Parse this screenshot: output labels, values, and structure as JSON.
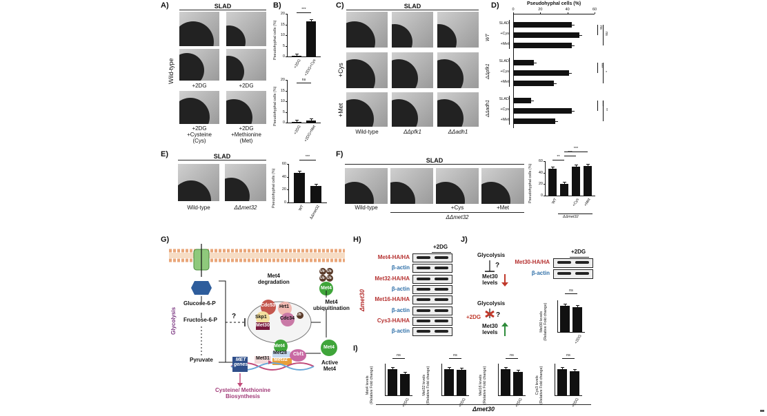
{
  "panels": {
    "A": {
      "label": "A)",
      "header": "SLAD",
      "side": "Wild-type",
      "captions": [
        "+2DG",
        "+2DG",
        "+2DG\n+Cysteine\n(Cys)",
        "+2DG\n+Methionine\n(Met)"
      ]
    },
    "B": {
      "label": "B)",
      "ylabel": "Pseudohyphal cells (%)",
      "top": {
        "sig": "***",
        "ticks": [
          "0",
          "5",
          "10",
          "15",
          "20"
        ],
        "cats": [
          "+2DG",
          "+2DG+Cys"
        ],
        "values": [
          0.2,
          16.5
        ]
      },
      "bottom": {
        "sig": "ns",
        "ticks": [
          "0",
          "5",
          "10",
          "15",
          "20"
        ],
        "cats": [
          "+2DG",
          "+2DG+Met"
        ],
        "values": [
          0.2,
          0.9
        ]
      }
    },
    "C": {
      "label": "C)",
      "header": "SLAD",
      "rows": [
        "+Cys",
        "+Met"
      ],
      "cols": [
        "Wild-type",
        "ΔΔpfk1",
        "ΔΔadh1"
      ]
    },
    "D": {
      "label": "D)",
      "title": "Pseudohyphal cells (%)",
      "ticks": [
        "0",
        "20",
        "40",
        "60"
      ],
      "groups": [
        {
          "name": "WT",
          "rows": [
            {
              "label": "SLAD",
              "value": 43
            },
            {
              "label": "+Cys",
              "value": 49
            },
            {
              "label": "+Met",
              "value": 43
            }
          ],
          "sigs": [
            "ns",
            "ns"
          ]
        },
        {
          "name": "ΔΔpfk1",
          "rows": [
            {
              "label": "SLAD",
              "value": 15
            },
            {
              "label": "+Cys",
              "value": 41
            },
            {
              "label": "+Met",
              "value": 30
            }
          ],
          "sigs": [
            "***",
            "*"
          ]
        },
        {
          "name": "ΔΔadh1",
          "rows": [
            {
              "label": "SLAD",
              "value": 13
            },
            {
              "label": "+Cys",
              "value": 43
            },
            {
              "label": "+Met",
              "value": 31
            }
          ],
          "sigs": [
            "****",
            "**"
          ]
        }
      ]
    },
    "E": {
      "label": "E)",
      "header": "SLAD",
      "cols": [
        "Wild-type",
        "ΔΔmet32"
      ],
      "ylabel": "Pseudohyphal cells (%)",
      "ticks": [
        "0",
        "20",
        "40",
        "60"
      ],
      "sig": "***",
      "cats": [
        "WT",
        "ΔΔmet32"
      ],
      "values": [
        46,
        26
      ]
    },
    "F": {
      "label": "F)",
      "header": "SLAD",
      "cols": [
        "Wild-type",
        "",
        "+Cys",
        "+Met"
      ],
      "sub": "ΔΔmet32",
      "ylabel": "Pseudohyphal cells (%)",
      "ticks": [
        "0",
        "20",
        "40",
        "60"
      ],
      "sigs": [
        "**",
        "***",
        "***"
      ],
      "cats": [
        "WT",
        "",
        "+Cys",
        "+Met"
      ],
      "sub_cat": "ΔΔmet32",
      "values": [
        47,
        20,
        51,
        52
      ]
    },
    "G": {
      "label": "G)",
      "pathway": [
        "Glucose-6-P",
        "Fructose-6-P",
        "Pyruvate"
      ],
      "side": "Glycolysis",
      "q": "?",
      "complex": [
        "Cdc53",
        "Hrt1",
        "Skp1",
        "Met30",
        "Cdc34",
        "Ub"
      ],
      "degradation": "Met4\ndegradation",
      "ubiq": "Met4\nubiquitination",
      "ubs": [
        "Ub",
        "Ub",
        "Ub",
        "Ub"
      ],
      "met4": "Met4",
      "active": "Active\nMet4",
      "promoter": [
        "Met4",
        "Met28",
        "Met31",
        "Met32",
        "Cbf1"
      ],
      "genes": "MET\ngenes",
      "product": "Cysteine/ Methionine\nBiosynthesis"
    },
    "H": {
      "label": "H)",
      "header": "+2DG",
      "side": "Δmet30",
      "blots": [
        {
          "name": "Met4-HA/HA",
          "color": "red"
        },
        {
          "name": "β-actin",
          "color": "blue"
        },
        {
          "name": "Met32-HA/HA",
          "color": "red"
        },
        {
          "name": "β-actin",
          "color": "blue"
        },
        {
          "name": "Met16-HA/HA",
          "color": "red"
        },
        {
          "name": "β-actin",
          "color": "blue"
        },
        {
          "name": "Cys3-HA/HA",
          "color": "red"
        },
        {
          "name": "β-actin",
          "color": "blue"
        }
      ]
    },
    "J": {
      "label": "J)",
      "glyc1": "Glycolysis",
      "met30a": "Met30\nlevels",
      "q1": "?",
      "glyc2": "Glycolysis",
      "dg": "+2DG",
      "met30b": "Met30\nlevels",
      "q2": "?",
      "header": "+2DG",
      "blots": [
        {
          "name": "Met30-HA/HA",
          "color": "red"
        },
        {
          "name": "β-actin",
          "color": "blue"
        }
      ],
      "chart": {
        "ylabel": "Met30 levels\n(Relative Fold change)",
        "sig": "ns",
        "cat": "+2DG",
        "values": [
          1.0,
          0.95
        ]
      }
    },
    "I": {
      "label": "I)",
      "footer": "Δmet30",
      "charts": [
        {
          "ylabel": "Met4 levels\n(Relative Fold change)",
          "sig": "ns",
          "cat": "+2DG",
          "values": [
            1.0,
            0.82
          ]
        },
        {
          "ylabel": "Met32 levels\n(Relative Fold change)",
          "sig": "ns",
          "cat": "+2DG",
          "values": [
            1.0,
            0.97
          ]
        },
        {
          "ylabel": "Met16 levels\n(Relative Fold change)",
          "sig": "ns",
          "cat": "+2DG",
          "values": [
            1.0,
            0.9
          ]
        },
        {
          "ylabel": "Cys3 levels\n(Relative Fold change)",
          "sig": "ns",
          "cat": "+2DG",
          "values": [
            1.0,
            0.92
          ]
        }
      ]
    }
  },
  "chart_data": [
    {
      "type": "bar",
      "title": "",
      "ylabel": "Pseudohyphal cells (%)",
      "categories": [
        "+2DG",
        "+2DG+Cys"
      ],
      "values": [
        0.2,
        16.5
      ],
      "ylim": [
        0,
        20
      ]
    },
    {
      "type": "bar",
      "title": "",
      "ylabel": "Pseudohyphal cells (%)",
      "categories": [
        "+2DG",
        "+2DG+Met"
      ],
      "values": [
        0.2,
        0.9
      ],
      "ylim": [
        0,
        20
      ]
    },
    {
      "type": "bar",
      "title": "Pseudohyphal cells (%)",
      "categories": [
        "WT SLAD",
        "WT +Cys",
        "WT +Met",
        "ΔΔpfk1 SLAD",
        "ΔΔpfk1 +Cys",
        "ΔΔpfk1 +Met",
        "ΔΔadh1 SLAD",
        "ΔΔadh1 +Cys",
        "ΔΔadh1 +Met"
      ],
      "values": [
        43,
        49,
        43,
        15,
        41,
        30,
        13,
        43,
        31
      ],
      "xlim": [
        0,
        60
      ]
    },
    {
      "type": "bar",
      "ylabel": "Pseudohyphal cells (%)",
      "categories": [
        "WT",
        "ΔΔmet32"
      ],
      "values": [
        46,
        26
      ],
      "ylim": [
        0,
        60
      ]
    },
    {
      "type": "bar",
      "ylabel": "Pseudohyphal cells (%)",
      "categories": [
        "WT",
        "ΔΔmet32",
        "ΔΔmet32 +Cys",
        "ΔΔmet32 +Met"
      ],
      "values": [
        47,
        20,
        51,
        52
      ],
      "ylim": [
        0,
        60
      ]
    },
    {
      "type": "bar",
      "ylabel": "Met30 levels (Relative Fold change)",
      "categories": [
        "",
        "+2DG"
      ],
      "values": [
        1.0,
        0.95
      ]
    },
    {
      "type": "bar",
      "ylabel": "Met4 levels (Relative Fold change)",
      "categories": [
        "",
        "+2DG"
      ],
      "values": [
        1.0,
        0.82
      ]
    },
    {
      "type": "bar",
      "ylabel": "Met32 levels (Relative Fold change)",
      "categories": [
        "",
        "+2DG"
      ],
      "values": [
        1.0,
        0.97
      ]
    },
    {
      "type": "bar",
      "ylabel": "Met16 levels (Relative Fold change)",
      "categories": [
        "",
        "+2DG"
      ],
      "values": [
        1.0,
        0.9
      ]
    },
    {
      "type": "bar",
      "ylabel": "Cys3 levels (Relative Fold change)",
      "categories": [
        "",
        "+2DG"
      ],
      "values": [
        1.0,
        0.92
      ]
    }
  ]
}
